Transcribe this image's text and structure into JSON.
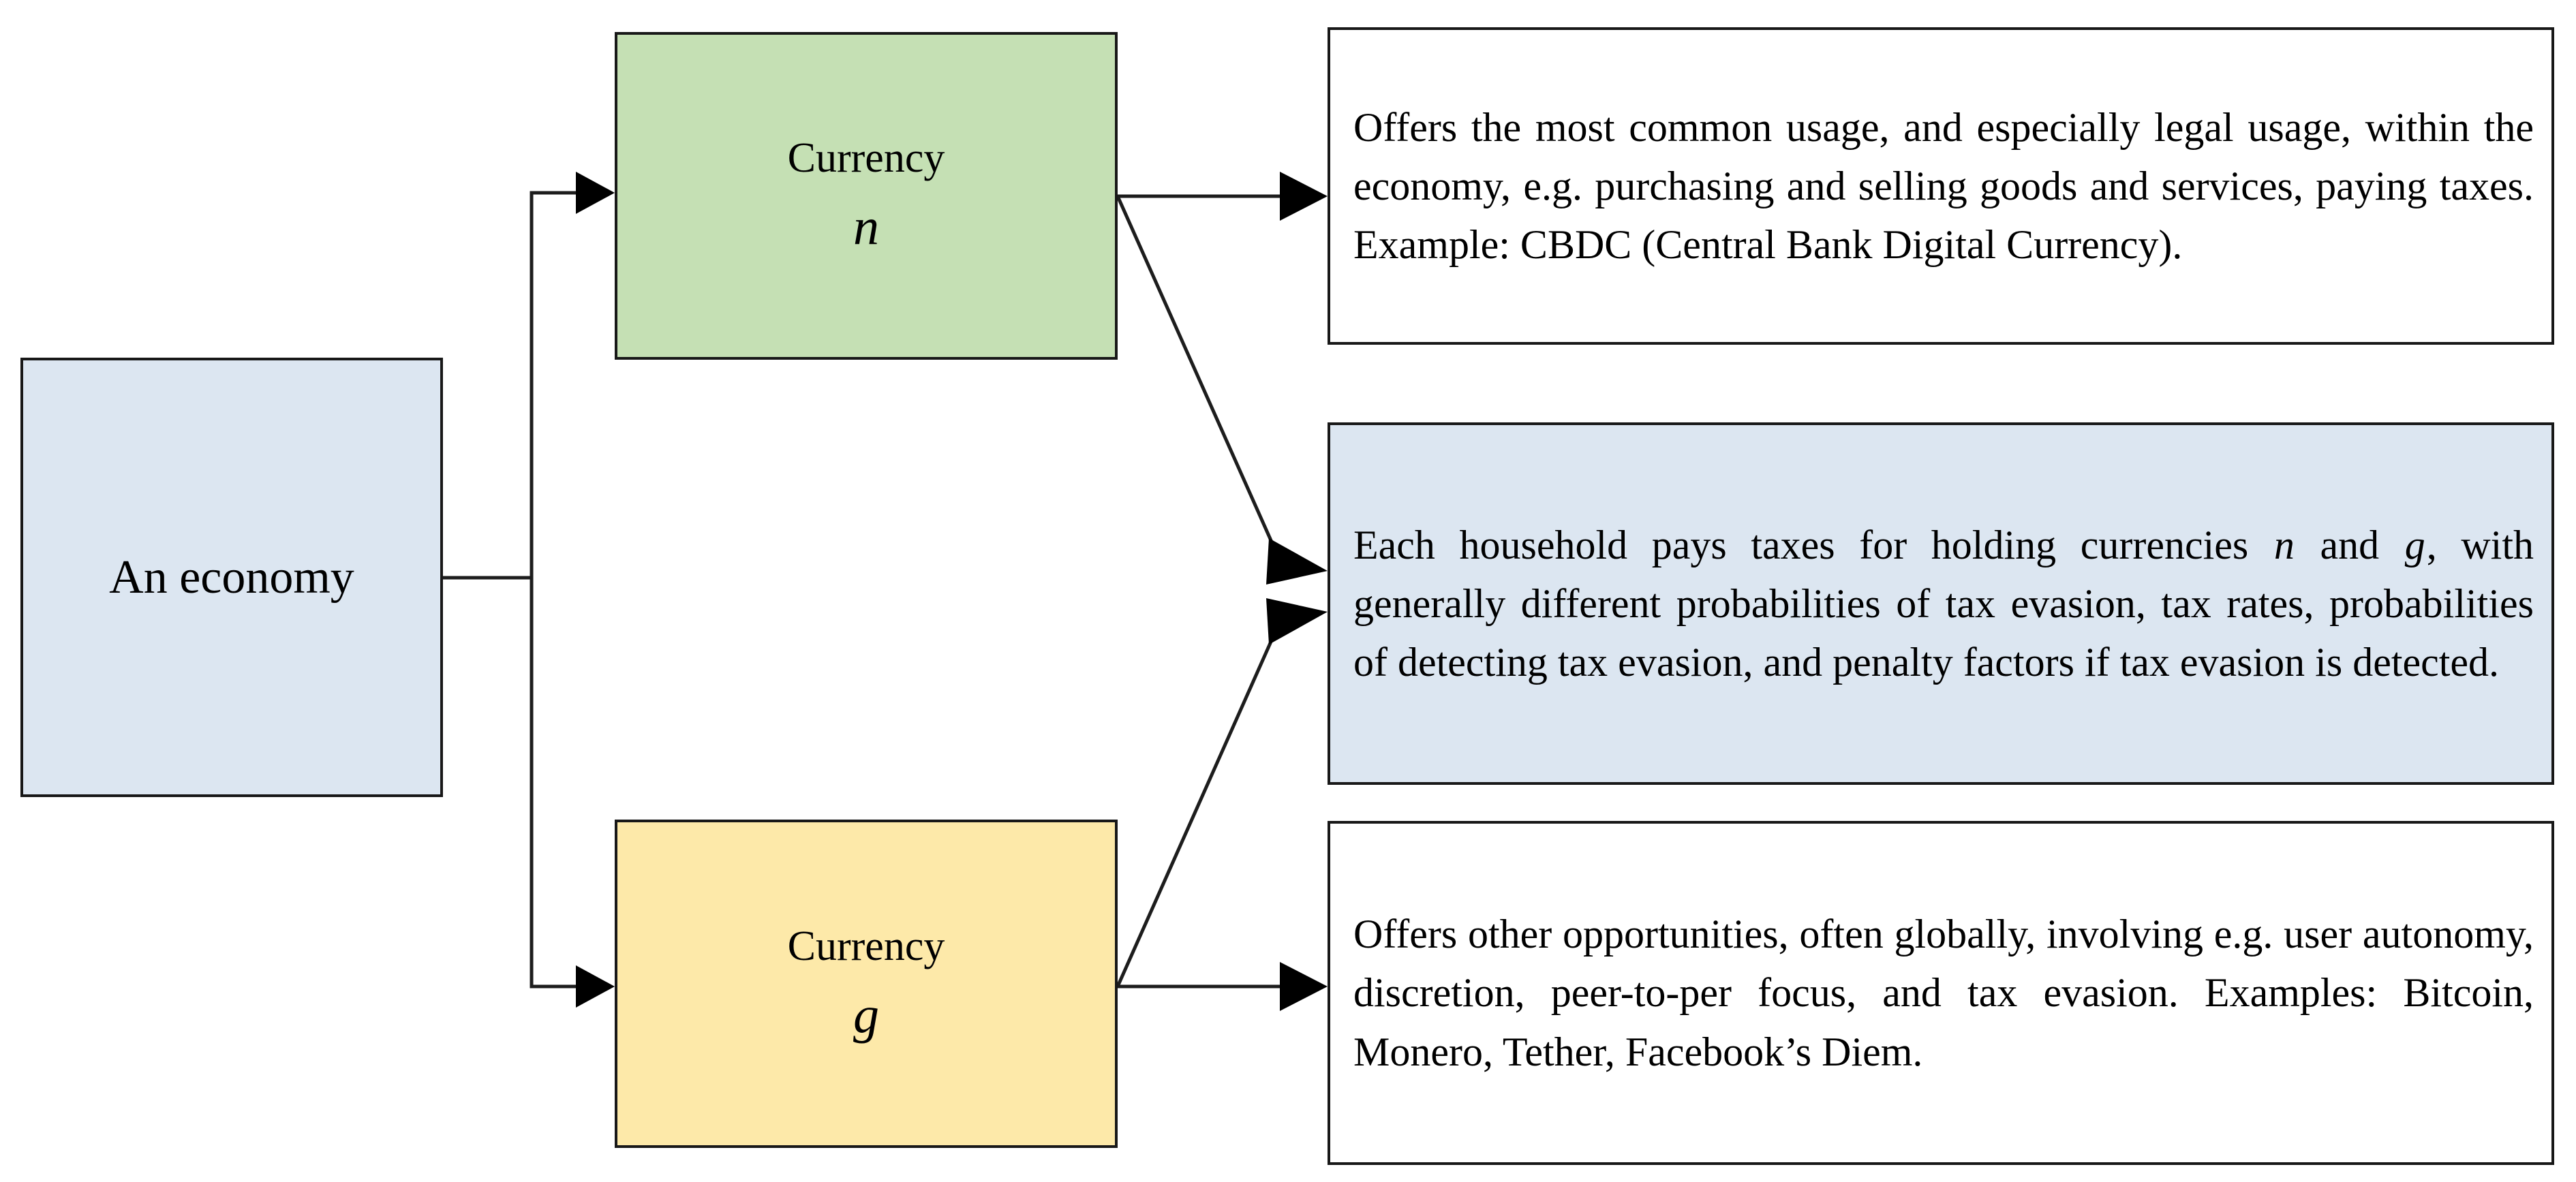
{
  "diagram": {
    "title": "Two-currency economy taxation diagram",
    "colors": {
      "economy_fill": "#dce6f1",
      "currency_n_fill": "#c5e0b4",
      "currency_g_fill": "#fde9a9",
      "shared_note_fill": "#dce6f1",
      "border": "#181818",
      "text": "#000000",
      "page_background": "#ffffff"
    },
    "nodes": {
      "economy": {
        "label": "An economy"
      },
      "currency_n": {
        "label": "Currency",
        "symbol": "n"
      },
      "currency_g": {
        "label": "Currency",
        "symbol": "g"
      }
    },
    "descriptions": {
      "currency_n_desc": "Offers the most common usage, and especially legal usage, within the economy, e.g. purchasing and selling goods and services, paying taxes. Example: CBDC (Central Bank Digital Currency).",
      "shared_tax_note": {
        "part1": "Each household pays taxes for holding currencies ",
        "symbol1": "n",
        "part2": " and ",
        "symbol2": "g",
        "part3": ", with generally different probabilities of tax evasion, tax rates, probabilities of detecting tax evasion, and penalty factors if tax evasion is detected."
      },
      "currency_g_desc": "Offers other opportunities, often globally, involving e.g. user autonomy, discretion, peer-to-per focus, and tax evasion. Examples: Bitcoin, Monero, Tether, Facebook’s Diem."
    },
    "edges": [
      {
        "name": "economy-to-currency-n",
        "from": "economy",
        "to": "currency_n",
        "style": "orthogonal-arrow"
      },
      {
        "name": "economy-to-currency-g",
        "from": "economy",
        "to": "currency_g",
        "style": "orthogonal-arrow"
      },
      {
        "name": "currency-n-to-desc",
        "from": "currency_n",
        "to": "currency_n_desc",
        "style": "straight-arrow"
      },
      {
        "name": "currency-n-to-shared-note",
        "from": "currency_n",
        "to": "shared_tax_note",
        "style": "diagonal-arrow"
      },
      {
        "name": "currency-g-to-desc",
        "from": "currency_g",
        "to": "currency_g_desc",
        "style": "straight-arrow"
      },
      {
        "name": "currency-g-to-shared-note",
        "from": "currency_g",
        "to": "shared_tax_note",
        "style": "diagonal-arrow"
      }
    ]
  }
}
